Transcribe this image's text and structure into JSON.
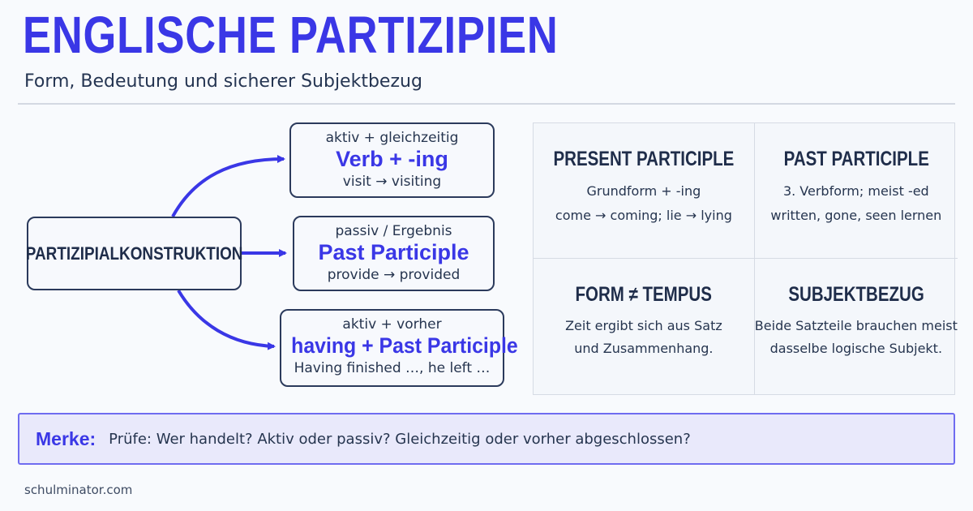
{
  "header": {
    "title": "ENGLISCHE PARTIZIPIEN",
    "subtitle": "Form, Bedeutung und sicherer Subjektbezug"
  },
  "diagram": {
    "root": "PARTIZIPIALKONSTRUKTION",
    "nodes": [
      {
        "top": "aktiv + gleichzeitig",
        "main": "Verb + -ing",
        "bottom": "visit → visiting"
      },
      {
        "top": "passiv / Ergebnis",
        "main": "Past Participle",
        "bottom": "provide → provided"
      },
      {
        "top": "aktiv + vorher",
        "main": "having + Past Participle",
        "bottom": "Having finished …, he left …"
      }
    ]
  },
  "grid": [
    {
      "title": "PRESENT PARTICIPLE",
      "lines": [
        "Grundform + -ing",
        "come → coming; lie → lying"
      ]
    },
    {
      "title": "PAST PARTICIPLE",
      "lines": [
        "3. Verbform; meist -ed",
        "written, gone, seen lernen"
      ]
    },
    {
      "title": "FORM ≠ TEMPUS",
      "lines": [
        "Zeit ergibt sich aus Satz",
        "und Zusammenhang."
      ]
    },
    {
      "title": "SUBJEKTBEZUG",
      "lines": [
        "Beide Satzteile brauchen meist",
        "dasselbe logische Subjekt."
      ]
    }
  ],
  "merke": {
    "label": "Merke:",
    "text": "Prüfe: Wer handelt? Aktiv oder passiv? Gleichzeitig oder vorher abgeschlossen?"
  },
  "footer": {
    "text": "schulminator.com"
  },
  "colors": {
    "accent": "#3a37e6",
    "text": "#1f2d4a",
    "box_border": "#2b3a5c",
    "merke_bg": "#e9e9fb"
  }
}
